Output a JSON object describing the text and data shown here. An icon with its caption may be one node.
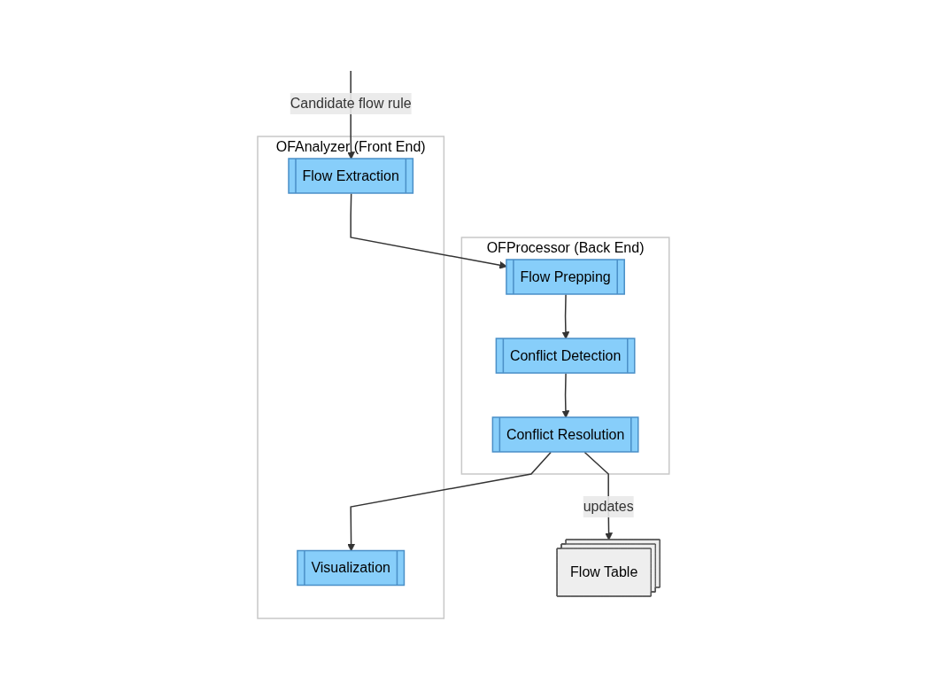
{
  "diagram": {
    "nodes": [
      {
        "text": [
          "OFAnalyzer (Front End)"
        ]
      },
      {
        "text": [
          "Flow Extraction"
        ],
        "in": 0
      },
      {
        "text": [
          "OFProcessor (Back End)"
        ]
      },
      {
        "text": [
          "Flow Prepping"
        ],
        "in": 2
      },
      {
        "text": [
          "Conflict Detection"
        ],
        "in": 2
      },
      {
        "text": [
          "Conflict Resolution"
        ],
        "in": 2
      },
      {
        "text": [
          "Visualization"
        ],
        "in": 0
      },
      {
        "text": [
          "Flow Table"
        ]
      }
    ],
    "edges": [
      {
        "from": null,
        "to": 1,
        "arrow": "to",
        "label": "Candidate flow rule"
      },
      {
        "from": 1,
        "to": 3,
        "arrow": "to"
      },
      {
        "from": 3,
        "to": 4,
        "arrow": "to"
      },
      {
        "from": 4,
        "to": 5,
        "arrow": "to"
      },
      {
        "from": 5,
        "to": 6,
        "arrow": "to"
      },
      {
        "from": 5,
        "to": 7,
        "arrow": "to",
        "label": "updates"
      }
    ]
  }
}
